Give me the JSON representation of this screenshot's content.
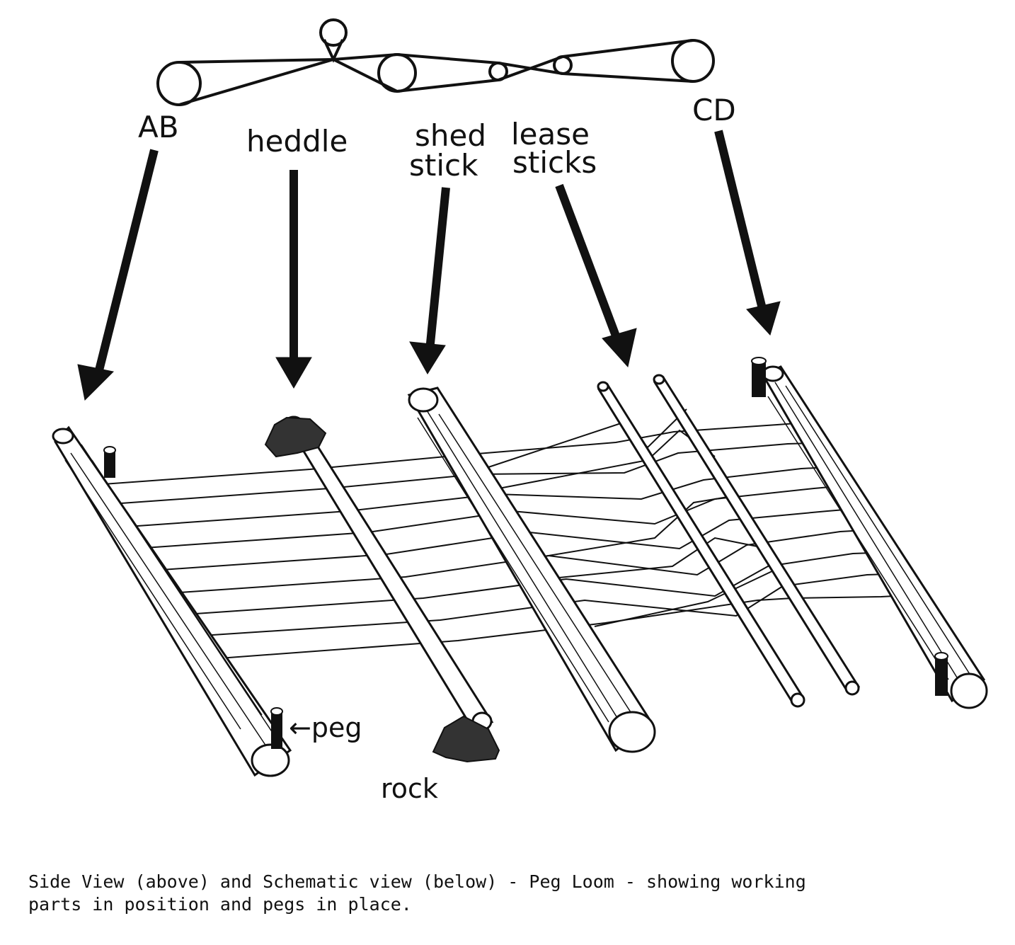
{
  "labels": {
    "ab": "AB",
    "heddle": "heddle",
    "shed_stick_line1": "shed",
    "shed_stick_line2": "stick",
    "lease_sticks_line1": "lease",
    "lease_sticks_line2": "sticks",
    "cd": "CD",
    "peg": "←peg",
    "rock": "rock"
  },
  "caption": {
    "line1": "Side View (above) and Schematic view (below) - Peg Loom - showing working",
    "line2": "parts in position and pegs in place."
  }
}
